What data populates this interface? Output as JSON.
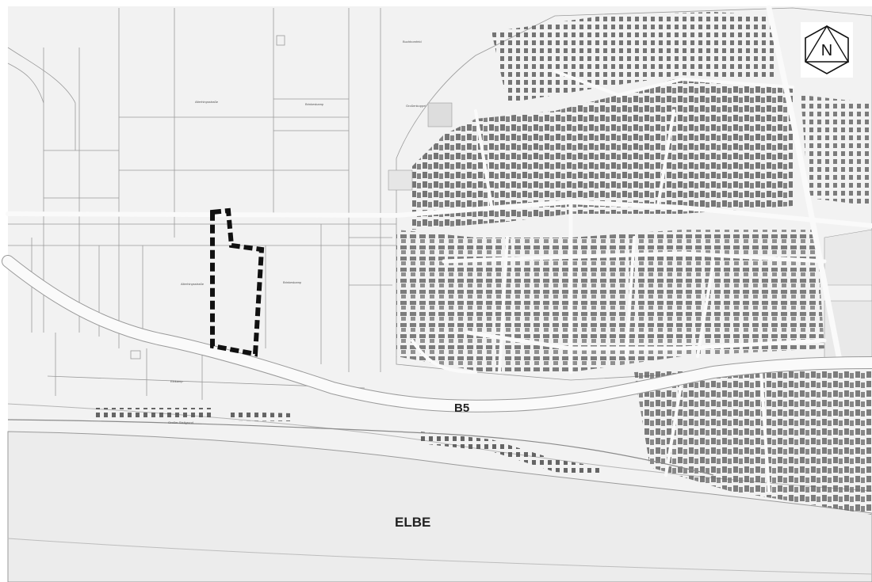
{
  "map": {
    "road_label": "B5",
    "river_label": "ELBE",
    "north_label": "N",
    "parcel_labels": [
      "Alterhinpsstraße",
      "Brinkeskamp",
      "Buchbornfeld",
      "Großenkoppel",
      "Alterhinpsstraße",
      "Brinkeskamp",
      "Elbkamp",
      "Großer Steilgrund"
    ],
    "colors": {
      "background": "#ffffff",
      "land": "#f2f2f2",
      "river": "#ececec",
      "lines": "#9a9a9a",
      "buildings": "#5f5f5f",
      "road": "#fafafa",
      "boundary": "#111111"
    },
    "icons": {
      "north_arrow": "north-arrow-icon"
    }
  }
}
